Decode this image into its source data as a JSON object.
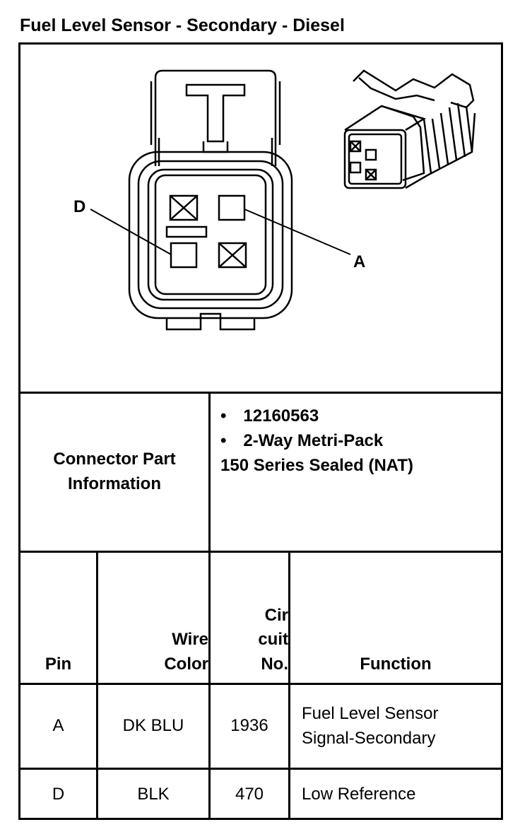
{
  "title": "Fuel Level Sensor - Secondary - Diesel",
  "diagram": {
    "label_d": "D",
    "label_a": "A"
  },
  "connector": {
    "label_line1": "Connector Part",
    "label_line2": "Information",
    "bullet": "•",
    "part_number": "12160563",
    "description_line1": "2-Way Metri-Pack",
    "description_line2": "150 Series Sealed (NAT)"
  },
  "table": {
    "headers": {
      "pin": "Pin",
      "wire_line1": "Wire",
      "wire_line2": "Color",
      "circuit_line1": "Cir",
      "circuit_line2": "cuit",
      "circuit_line3": "No.",
      "function": "Function"
    },
    "rows": [
      {
        "pin": "A",
        "wire_color": "DK BLU",
        "circuit": "1936",
        "function_line1": "Fuel Level Sensor",
        "function_line2": "Signal-Secondary"
      },
      {
        "pin": "D",
        "wire_color": "BLK",
        "circuit": "470",
        "function_line1": "Low Reference",
        "function_line2": ""
      }
    ]
  }
}
